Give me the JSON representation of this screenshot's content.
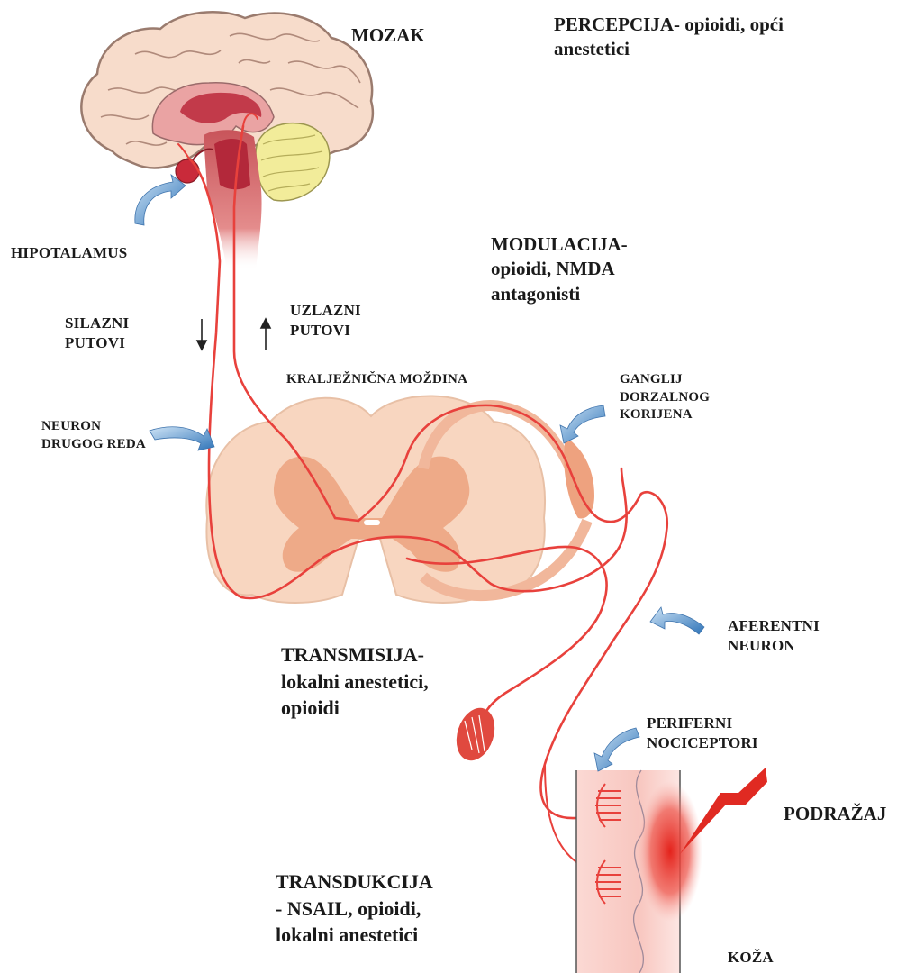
{
  "labels": {
    "mozak": "MOZAK",
    "percepcija": "PERCEPCIJA- opioidi, opći\nanestetici",
    "hipotalamus": "HIPOTALAMUS",
    "modulacija": "MODULACIJA-\nopioidi, NMDA\nantagonisti",
    "silazni": "SILAZNI\nPUTOVI",
    "uzlazni": "UZLAZNI\nPUTOVI",
    "kraljeznicna": "KRALJEŽNIČNA MOŽDINA",
    "neuron_drugog": "NEURON\nDRUGOG REDA",
    "ganglij": "GANGLIJ\nDORZALNOG\nKORIJENA",
    "aferentni": "AFERENTNI\nNEURON",
    "transmisija": "TRANSMISIJA-\nlokalni anestetici,\nopioidi",
    "periferni": "PERIFERNI\nNOCICEPTORI",
    "podrazaj": "PODRAŽAJ",
    "transdukcija": "TRANSDUKCIJA\n- NSAIL, opioidi,\nlokalni anestetici",
    "koza": "KOŽA"
  },
  "colors": {
    "nerve": "#e8413c",
    "brain_cortex": "#f7dccb",
    "brain_outline": "#9a7b6e",
    "brain_inner": "#e59a9a",
    "brainstem": "#b3283a",
    "cerebellum": "#f2ec9a",
    "spinal_cord": "#f8d6c0",
    "grey_matter": "#eeaa88",
    "skin": "#f6b8b0",
    "stimulus": "#e02a22",
    "arrow_blue": "#4a86c5"
  },
  "icons": {
    "pointer_arrows": "curved-arrow-icon",
    "pathway_arrows": "vertical-arrow-icon"
  }
}
